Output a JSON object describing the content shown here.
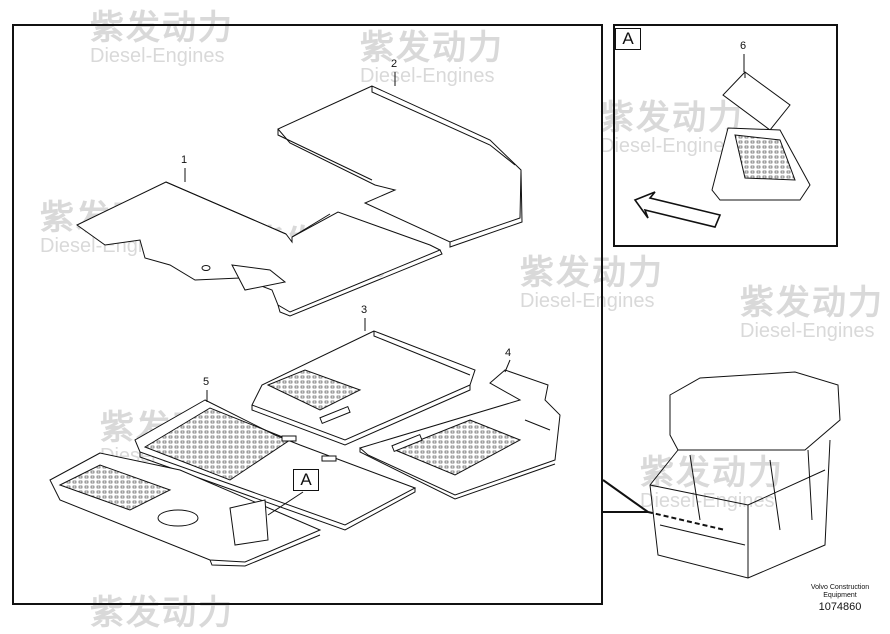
{
  "watermark": {
    "brand_cn": "紫发动力",
    "brand_en": "Diesel-Engines"
  },
  "callouts": {
    "p1": "1",
    "p2": "2",
    "p3": "3",
    "p4": "4",
    "p5": "5",
    "p6": "6"
  },
  "detail_ref": {
    "main": "A",
    "detail": "A"
  },
  "caption": {
    "line1": "Volvo Construction",
    "line2": "Equipment",
    "part_number": "1074860"
  },
  "colors": {
    "line": "#111111",
    "watermark": "#d9d9d9"
  }
}
